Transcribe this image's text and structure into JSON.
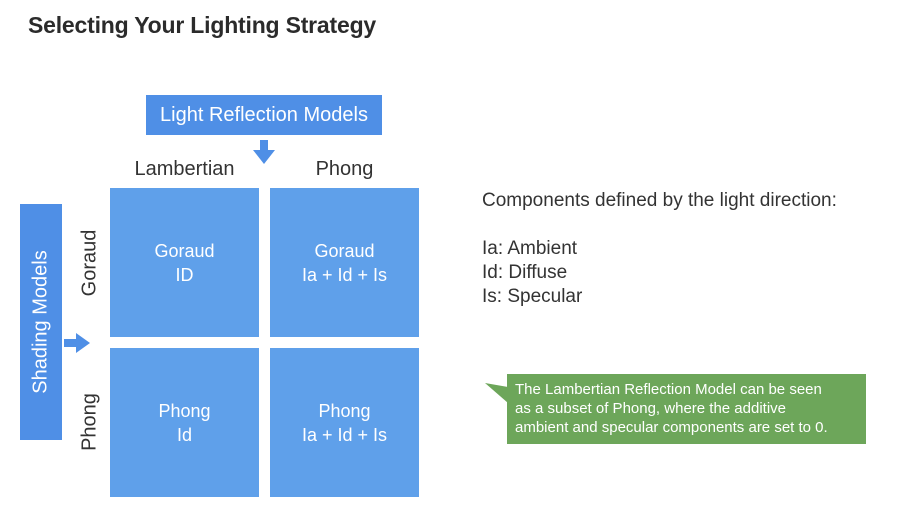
{
  "title": "Selecting Your Lighting Strategy",
  "light_reflection_models": "Light Reflection Models",
  "shading_models": "Shading Models",
  "columns": [
    "Lambertian",
    "Phong"
  ],
  "rows": [
    "Goraud",
    "Phong"
  ],
  "cells": [
    {
      "line1": "Goraud",
      "line2": "ID"
    },
    {
      "line1": "Goraud",
      "line2": "Ia + Id + Is"
    },
    {
      "line1": "Phong",
      "line2": "Id"
    },
    {
      "line1": "Phong",
      "line2": "Ia + Id + Is"
    }
  ],
  "components": {
    "heading": "Components defined by the light direction:",
    "items": [
      "Ia: Ambient",
      "Id: Diffuse",
      "Is: Specular"
    ]
  },
  "note": {
    "lines": [
      "The Lambertian Reflection Model can be seen",
      "as a subset of Phong, where the additive",
      "ambient and specular components are set to 0."
    ]
  },
  "colors": {
    "header_blue": "#4f8fe6",
    "cell_blue": "#5fa0ea",
    "note_green": "#6da65a"
  }
}
